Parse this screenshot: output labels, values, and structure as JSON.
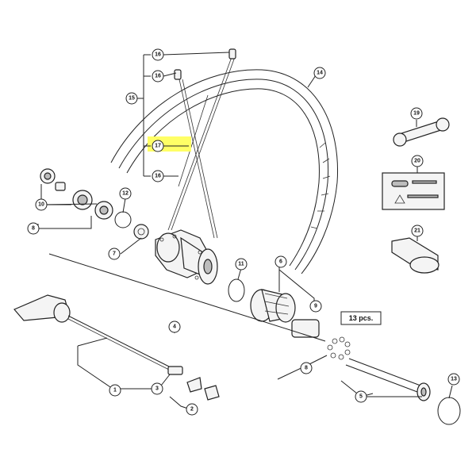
{
  "highlight_color": "#ffff66",
  "callouts": {
    "c1": "1",
    "c2": "2",
    "c3": "3",
    "c4": "4",
    "c5": "5",
    "c6": "6",
    "c7": "7",
    "c8": "8",
    "c8b": "8",
    "c9": "9",
    "c10": "10",
    "c11": "11",
    "c12": "12",
    "c13": "13",
    "c14": "14",
    "c15": "15",
    "c16a": "16",
    "c16b": "16",
    "c16c": "16",
    "c17": "17",
    "c19": "19",
    "c20": "20",
    "c21": "21"
  },
  "note": "13 pcs."
}
